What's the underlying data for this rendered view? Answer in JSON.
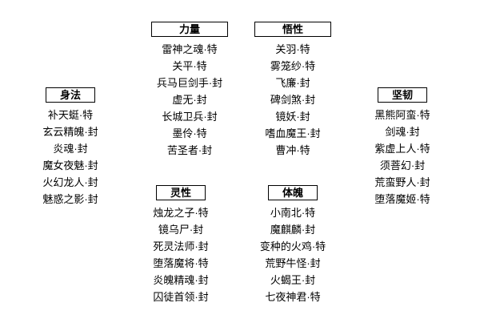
{
  "page": {
    "background": "#ffffff",
    "text_color": "#000000",
    "border_color": "#000000"
  },
  "groups": [
    {
      "id": "strength",
      "title": "力量",
      "items": [
        "雷神之魂·特",
        "关平·特",
        "兵马巨剑手·封",
        "虚无·封",
        "长城卫兵·封",
        "墨伶·特",
        "苦圣者·封"
      ]
    },
    {
      "id": "comprehension",
      "title": "悟性",
      "items": [
        "关羽·特",
        "雾笼纱·特",
        "飞廉·封",
        "碑剑煞·封",
        "镜妖·封",
        "嗜血魔王·封",
        "曹冲·特"
      ]
    },
    {
      "id": "agility",
      "title": "身法",
      "items": [
        "补天蜓·特",
        "玄云精魄·封",
        "炎魂·封",
        "魔女夜魅·封",
        "火幻龙人·封",
        "魅惑之影·封"
      ]
    },
    {
      "id": "toughness",
      "title": "坚韧",
      "items": [
        "黑熊阿蛮·特",
        "剑魂·封",
        "紫虚上人·特",
        "须菩幻·封",
        "荒蛮野人·封",
        "堕落魔姬·特"
      ]
    },
    {
      "id": "spirituality",
      "title": "灵性",
      "items": [
        "烛龙之子·特",
        "镜乌尸·封",
        "死灵法师·封",
        "堕落魔将·特",
        "炎魄精魂·封",
        "囚徒首领·封"
      ]
    },
    {
      "id": "physique",
      "title": "体魄",
      "items": [
        "小南北·特",
        "魔麒麟·封",
        "变种的火鸡·特",
        "荒野牛怪·封",
        "火蝎王·封",
        "七夜神君·特"
      ]
    }
  ]
}
